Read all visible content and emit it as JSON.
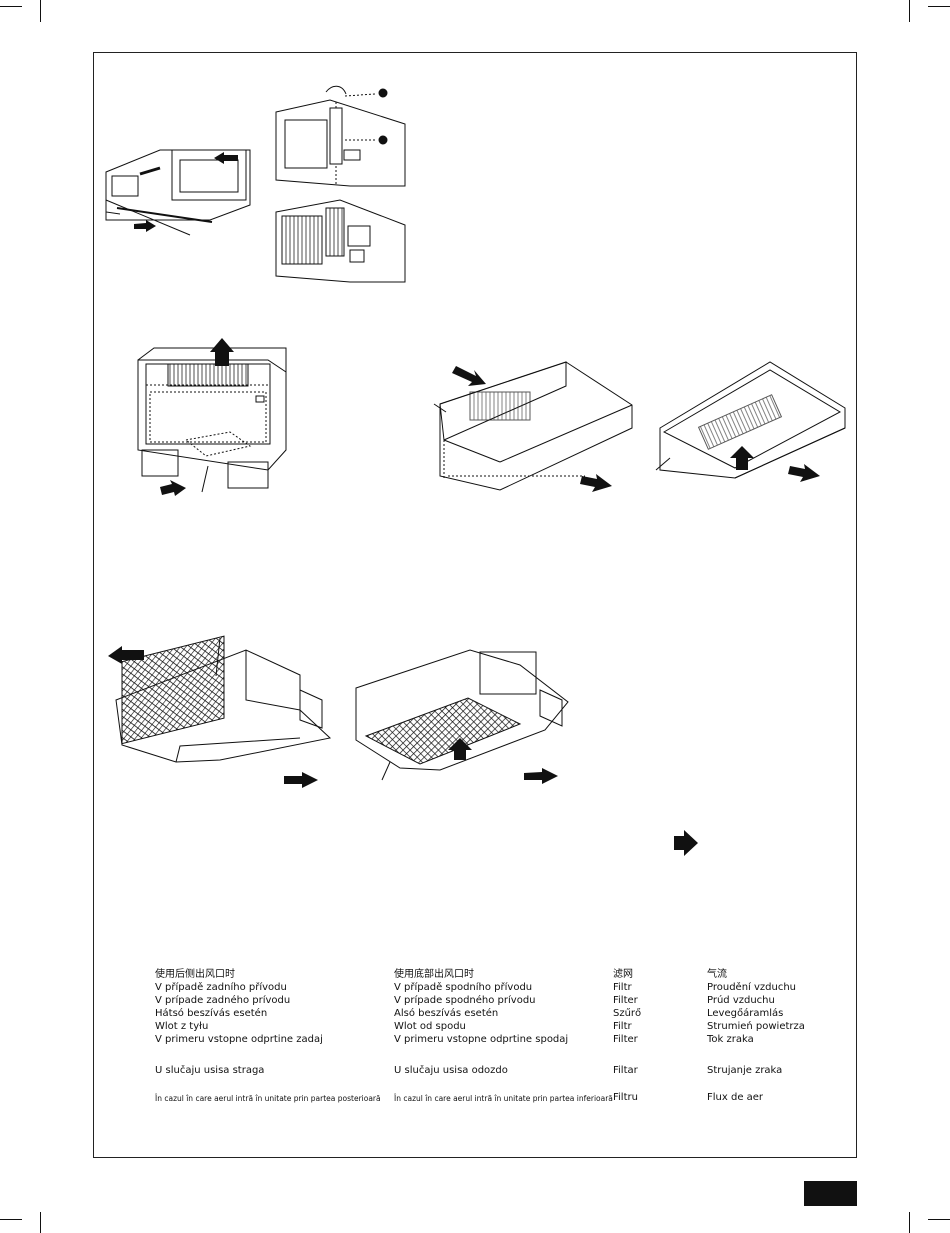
{
  "legend": {
    "rear_inlet": {
      "lines": [
        "使用后侧出风口时",
        "V případě zadního přívodu",
        "V prípade zadného prívodu",
        "Hátsó beszívás esetén",
        "Wlot z tyłu",
        "V primeru vstopne odprtine zadaj"
      ],
      "serbian": "U slučaju usisa straga",
      "romanian": "În cazul în care aerul intră în unitate prin partea posterioară"
    },
    "bottom_inlet": {
      "lines": [
        "使用底部出风口时",
        "V případě spodního přívodu",
        "V prípade spodného prívodu",
        "Alsó beszívás esetén",
        "Wlot od spodu",
        "V primeru vstopne odprtine spodaj"
      ],
      "serbian": "U slučaju usisa odozdo",
      "romanian": "În cazul în care aerul intră în unitate prin partea inferioară"
    },
    "filter": {
      "lines": [
        "滤网",
        "Filtr",
        "Filter",
        "Szűrő",
        "Filtr",
        "Filter"
      ],
      "serbian": "Filtar",
      "romanian": "Filtru"
    },
    "airflow": {
      "lines": [
        "气流",
        "Proudění vzduchu",
        "Prúd vzduchu",
        "Levegőáramlás",
        "Strumień powietrza",
        "Tok zraka"
      ],
      "serbian": "Strujanje zraka",
      "romanian": "Flux de aer"
    }
  }
}
